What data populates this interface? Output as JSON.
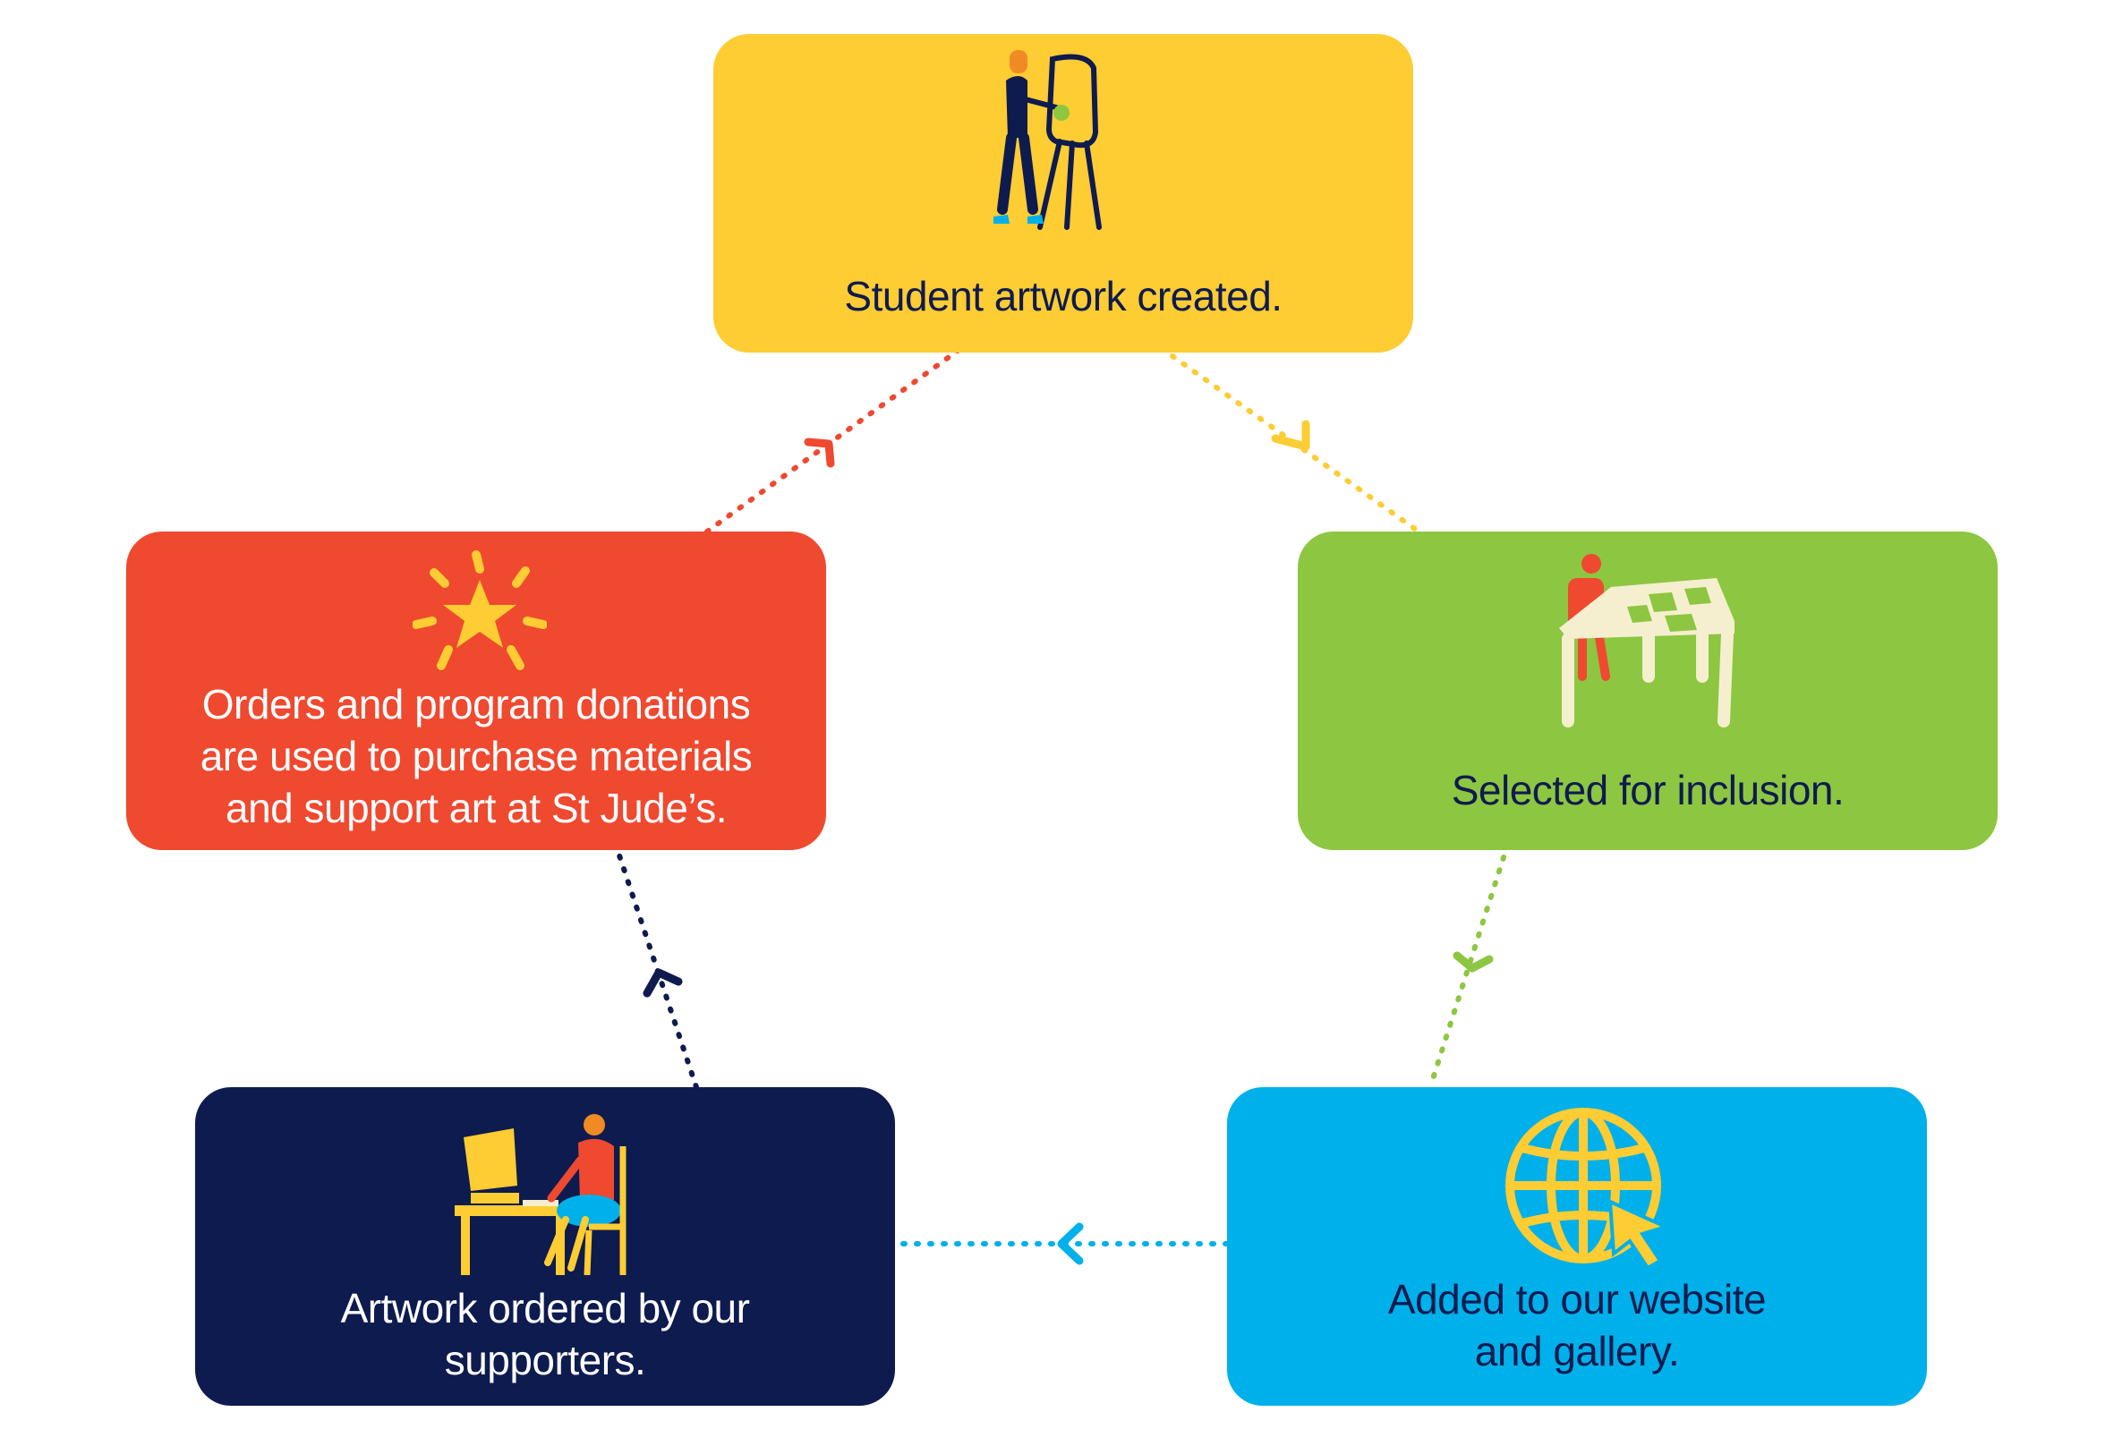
{
  "steps": [
    {
      "id": "created",
      "label": "Student artwork created.",
      "icon": "artist-at-easel-icon",
      "color": "#FECC33",
      "text_color": "#0E1B4F"
    },
    {
      "id": "selected",
      "label": "Selected for inclusion.",
      "icon": "person-selecting-artwork-table-icon",
      "color": "#8DC641",
      "text_color": "#0E1B4F"
    },
    {
      "id": "website",
      "label": "Added to our website\nand gallery.",
      "icon": "globe-cursor-icon",
      "color": "#00B0EA",
      "text_color": "#0E1B4F"
    },
    {
      "id": "ordered",
      "label": "Artwork ordered by our\nsupporters.",
      "icon": "person-at-computer-icon",
      "color": "#0E1B4F",
      "text_color": "#FFFFFF"
    },
    {
      "id": "donations",
      "label": "Orders and program donations\nare used to purchase materials\nand support art at St Jude’s.",
      "icon": "star-burst-icon",
      "color": "#EF4930",
      "text_color": "#FFFFFF"
    }
  ],
  "connectors": [
    {
      "from": "created",
      "to": "selected",
      "color": "#FECC33",
      "style": "dotted"
    },
    {
      "from": "selected",
      "to": "website",
      "color": "#8DC641",
      "style": "dotted"
    },
    {
      "from": "website",
      "to": "ordered",
      "color": "#00B0EA",
      "style": "dotted"
    },
    {
      "from": "ordered",
      "to": "donations",
      "color": "#0E1B4F",
      "style": "dotted"
    },
    {
      "from": "donations",
      "to": "created",
      "color": "#EF4930",
      "style": "dotted"
    }
  ]
}
